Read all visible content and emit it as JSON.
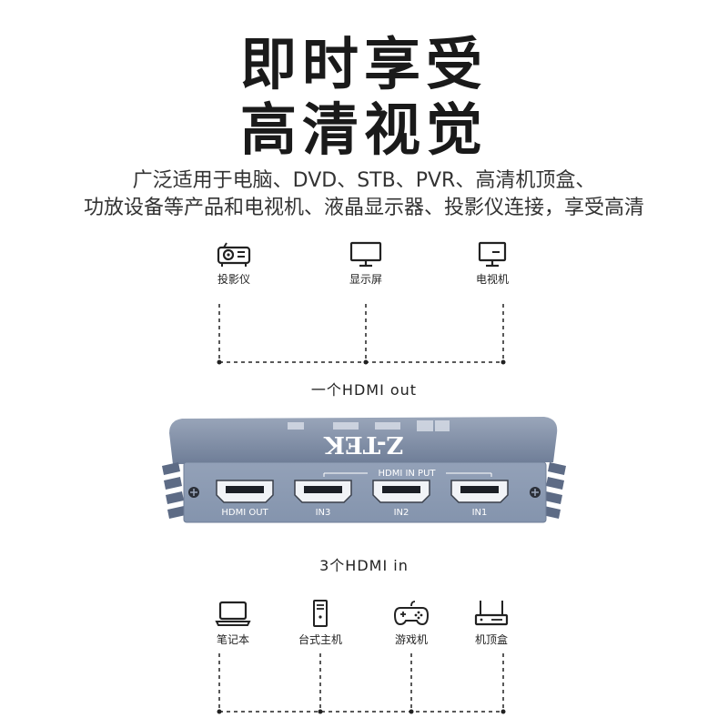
{
  "headline": {
    "line1": "即时享受",
    "line2": "高清视觉"
  },
  "description": {
    "line1": "广泛适用于电脑、DVD、STB、PVR、高清机顶盒、",
    "line2": "功放设备等产品和电视机、液晶显示器、投影仪连接，享受高清"
  },
  "outputs": [
    {
      "icon": "projector-icon",
      "label": "投影仪"
    },
    {
      "icon": "monitor-icon",
      "label": "显示屏"
    },
    {
      "icon": "tv-icon",
      "label": "电视机"
    }
  ],
  "output_caption": "一个HDMI  out",
  "device": {
    "brand": "Z-TEK",
    "ports_group_label": "HDMI IN PUT",
    "ports": [
      "HDMI OUT",
      "IN3",
      "IN2",
      "IN1"
    ],
    "body_color": "#7b8aa3",
    "panel_color": "#8d9bb2"
  },
  "input_caption": "3个HDMI  in",
  "inputs": [
    {
      "icon": "laptop-icon",
      "label": "笔记本"
    },
    {
      "icon": "desktop-tower-icon",
      "label": "台式主机"
    },
    {
      "icon": "gamepad-icon",
      "label": "游戏机"
    },
    {
      "icon": "set-top-box-icon",
      "label": "机顶盒"
    }
  ]
}
